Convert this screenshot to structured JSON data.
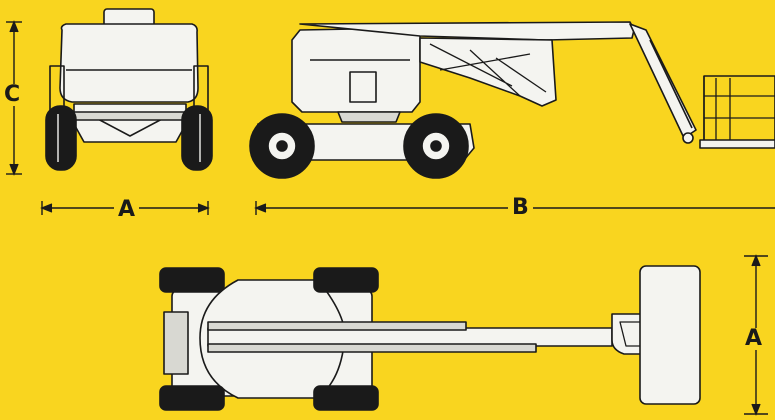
{
  "colors": {
    "background": "#f9d51f",
    "outline": "#1a1a1a",
    "body": "#f4f4f0",
    "shadow": "#d8d8d2",
    "tire": "#1a1a1a"
  },
  "dimensions": {
    "c": "C",
    "a_front": "A",
    "b": "B",
    "a_top": "A"
  }
}
